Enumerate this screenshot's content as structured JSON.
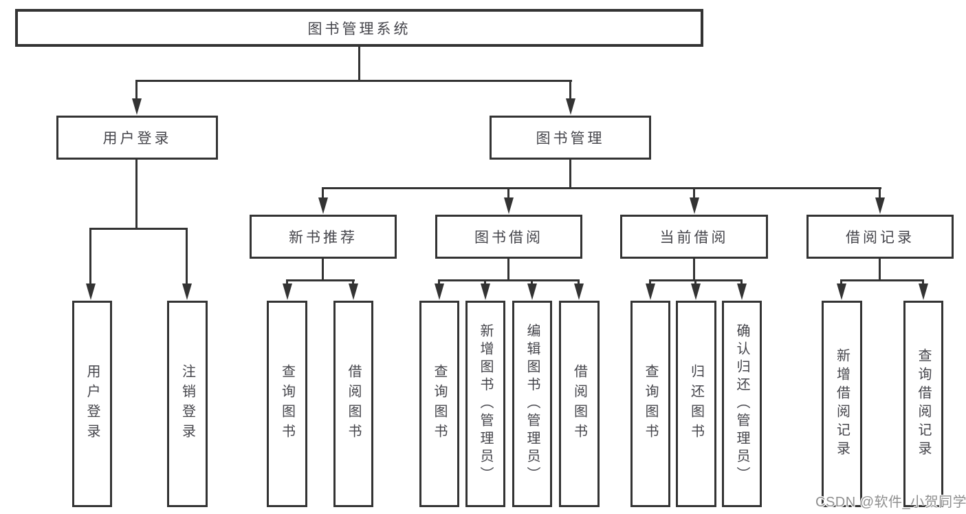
{
  "colors": {
    "line": "#333333",
    "text": "#45454b",
    "watermark_text": "#8f8f8f",
    "background": "#ffffff"
  },
  "diagram": {
    "root": {
      "label": "图书管理系统"
    },
    "level1": [
      {
        "label": "用户登录"
      },
      {
        "label": "图书管理"
      }
    ],
    "level2": [
      {
        "label": "新书推荐"
      },
      {
        "label": "图书借阅"
      },
      {
        "label": "当前借阅"
      },
      {
        "label": "借阅记录"
      }
    ],
    "login_children": [
      {
        "label": "用户登录"
      },
      {
        "label": "注销登录"
      }
    ],
    "newbook_children": [
      {
        "label": "查询图书"
      },
      {
        "label": "借阅图书"
      }
    ],
    "borrow_children": [
      {
        "label": "查询图书"
      },
      {
        "label": "新增图书（管理员）"
      },
      {
        "label": "编辑图书（管理员）"
      },
      {
        "label": "借阅图书"
      }
    ],
    "current_children": [
      {
        "label": "查询图书"
      },
      {
        "label": "归还图书"
      },
      {
        "label": "确认归还（管理员）"
      }
    ],
    "record_children": [
      {
        "label": "新增借阅记录"
      },
      {
        "label": "查询借阅记录"
      }
    ]
  },
  "watermark": {
    "text": "CSDN @软件_小贺同学"
  }
}
